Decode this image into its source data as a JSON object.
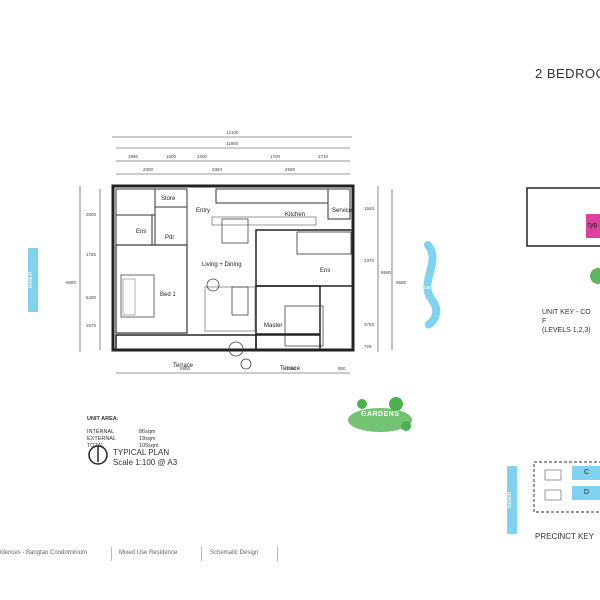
{
  "title": "2 BEDROO",
  "rooms": {
    "store": "Store",
    "entry": "Entry",
    "kitchen": "Kitchen",
    "service": "Service",
    "ens_left": "Ens",
    "pdr": "Pdr",
    "living": "Living + Dining",
    "bed1": "Bed 1",
    "ens_right": "Ens",
    "master": "Master",
    "terrace_left": "Terrace",
    "terrace_right": "Terrace"
  },
  "dimensions": {
    "top_total": "12100",
    "top_inner": "11850",
    "row1": [
      "1960",
      "1500",
      "1500",
      "1700",
      "2710"
    ],
    "row2": [
      "3300",
      "3384",
      "2930"
    ],
    "bottom": [
      "6850",
      "3300",
      "950"
    ],
    "left_side": [
      "2800",
      "1785",
      "5430",
      "2575"
    ],
    "left_total": "9580",
    "right_side": [
      "1563",
      "2370",
      "3753",
      "720"
    ],
    "right_total": "9580",
    "right_inner": "8680"
  },
  "beach_label": "beach",
  "canal_label": "canal",
  "gardens_label": "GARDENS",
  "unit_area": {
    "heading": "UNIT AREA:",
    "rows": [
      {
        "label": "INTERNAL",
        "value": "86sqm"
      },
      {
        "label": "EXTERNAL",
        "value": "19sqm"
      },
      {
        "label": "TOTAL",
        "value": "105sqm"
      }
    ]
  },
  "typical_plan": {
    "line1": "TYPICAL PLAN",
    "line2": "Scale 1:100 @ A3"
  },
  "unit_key": {
    "line1": "UNIT KEY - CO",
    "line2": "F",
    "line3": "(LEVELS 1,2,3)",
    "tag": "typ"
  },
  "precinct_key": "PRECINCT KEY",
  "precinct_labels": [
    "C",
    "D"
  ],
  "precinct_beach": "beach",
  "footer": [
    "idences - Bangtao Condominium",
    "Mixed Use Residence",
    "Schematic Design"
  ],
  "colors": {
    "beach": "#7fd3f0",
    "garden": "#5cb85c",
    "highlight": "#e040a0"
  }
}
